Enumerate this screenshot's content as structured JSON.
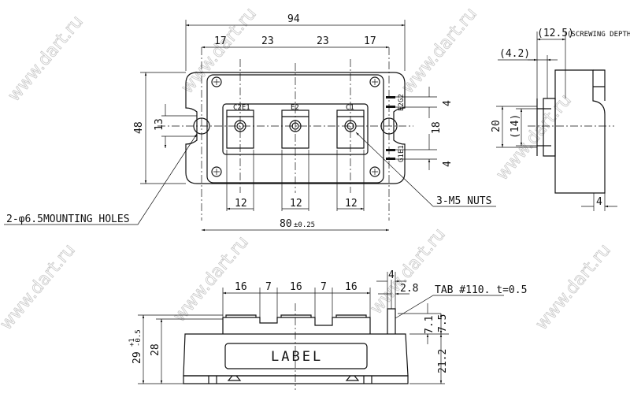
{
  "watermark": "www.dart.ru",
  "top_view": {
    "overall_width": "94",
    "pitches": [
      "17",
      "23",
      "23",
      "17"
    ],
    "height": "48",
    "hole_spacing_v": "13",
    "terminal_widths": [
      "12",
      "12",
      "12"
    ],
    "hole_pitch": "80",
    "hole_pitch_tol": "±0.25",
    "terminal_labels": [
      "C2E1",
      "E2",
      "C1"
    ],
    "gate_labels_top": [
      "G2",
      "E2"
    ],
    "gate_labels_bottom": [
      "E1",
      "G1"
    ],
    "right_dims": [
      "4",
      "18",
      "4"
    ],
    "mounting_holes_note": "2-φ6.5MOUNTING HOLES",
    "nuts_note": "3-M5 NUTS"
  },
  "side_view": {
    "screwing_depth": "(12.5)",
    "screwing_depth_note": "(SCREWING DEPTH)",
    "offset": "(4.2)",
    "height_20": "20",
    "height_14": "(14)",
    "base": "4"
  },
  "front_view": {
    "pitches": [
      "16",
      "7",
      "16",
      "7",
      "16"
    ],
    "tab_width": "4",
    "tab_thickness": "2.8",
    "tab_note": "TAB #110. t=0.5",
    "total_height": "29",
    "total_height_tol_plus": "+1",
    "total_height_tol_minus": "-0.5",
    "body_height": "28",
    "tab_h1": "7.1",
    "tab_h2": "7.5",
    "base_height": "21.2",
    "label_text": "LABEL"
  }
}
